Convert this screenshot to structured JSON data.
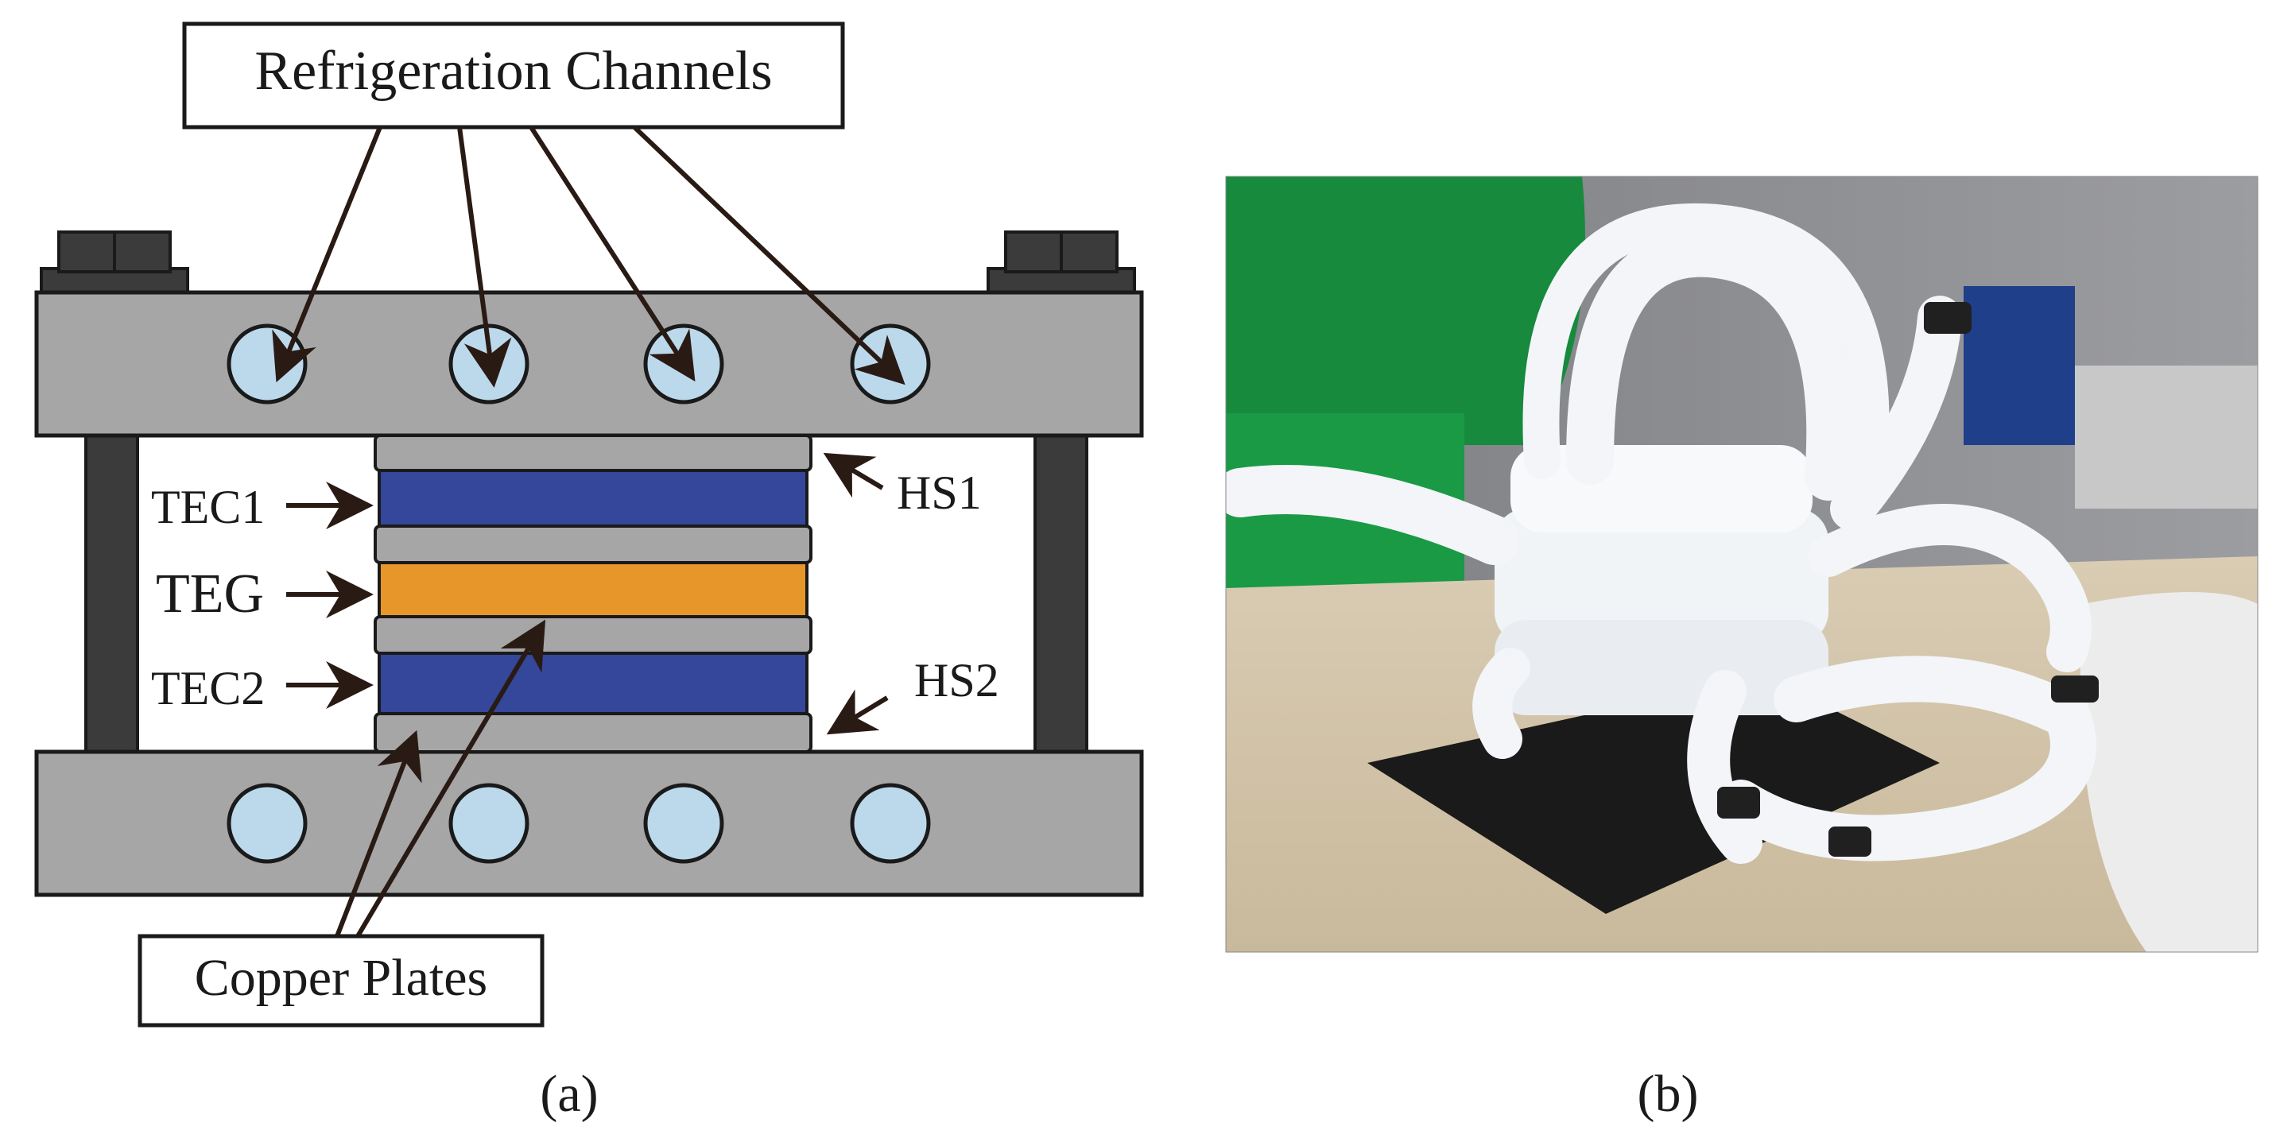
{
  "panel_a": {
    "title_label": "Refrigeration Channels",
    "labels": {
      "tec1": "TEC1",
      "teg": "TEG",
      "tec2": "TEC2",
      "hs1": "HS1",
      "hs2": "HS2"
    },
    "bottom_label": "Copper Plates",
    "caption": "(a)"
  },
  "panel_b": {
    "caption": "(b)"
  },
  "colors": {
    "frame_gray": "#a6a6a6",
    "channel_blue": "#bcd9ec",
    "tec_blue": "#34479a",
    "teg_orange": "#e7962a",
    "post_dark": "#3b3b3b",
    "outline": "#1a1a1a"
  }
}
